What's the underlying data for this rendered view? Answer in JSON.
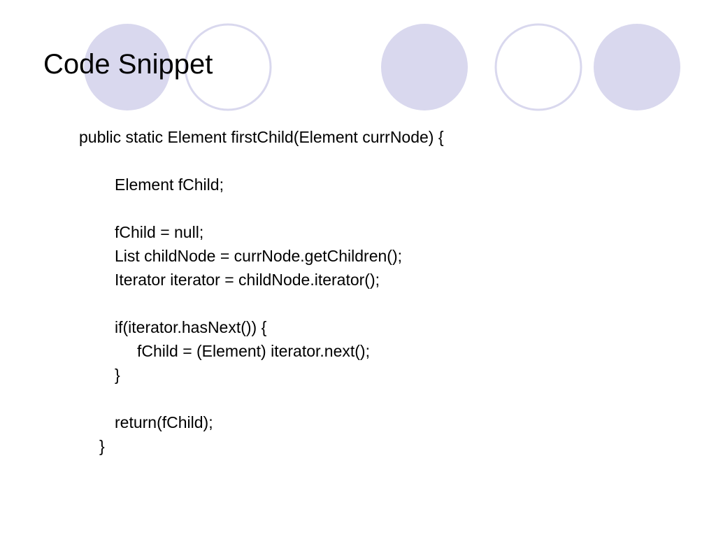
{
  "slide": {
    "title": "Code Snippet",
    "decoration_colors": {
      "filled": "#d9d8ee",
      "outline": "#d9d8ee",
      "background": "#ffffff"
    }
  },
  "code": {
    "lines": [
      "public static Element firstChild(Element currNode) {",
      "",
      "Element fChild;",
      "",
      "fChild = null;",
      "List childNode = currNode.getChildren();",
      "Iterator iterator = childNode.iterator();",
      "",
      "if(iterator.hasNext()) {",
      "fChild = (Element) iterator.next();",
      "}",
      "",
      "return(fChild);",
      "}"
    ]
  }
}
